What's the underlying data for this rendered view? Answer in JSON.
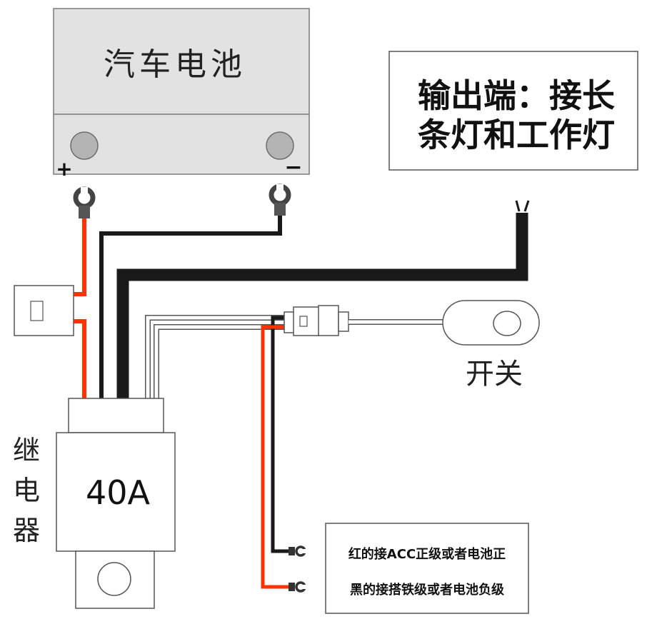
{
  "battery": {
    "title": "汽车电池",
    "positive_sign": "+",
    "negative_sign": "−"
  },
  "output_box": {
    "line1": "输出端：接长",
    "line2": "条灯和工作灯"
  },
  "switch": {
    "label": "开关"
  },
  "relay": {
    "name": [
      "继",
      "电",
      "器"
    ],
    "rating": "40A"
  },
  "note_box": {
    "line1": "红的接ACC正级或者电池正",
    "line2": "黑的接搭铁级或者电池负级"
  },
  "colors": {
    "red_wire": "#ff3300",
    "black_wire": "#1a1a1a",
    "battery_fill": "#e2e2e2",
    "terminal": "#b4b4b4"
  }
}
